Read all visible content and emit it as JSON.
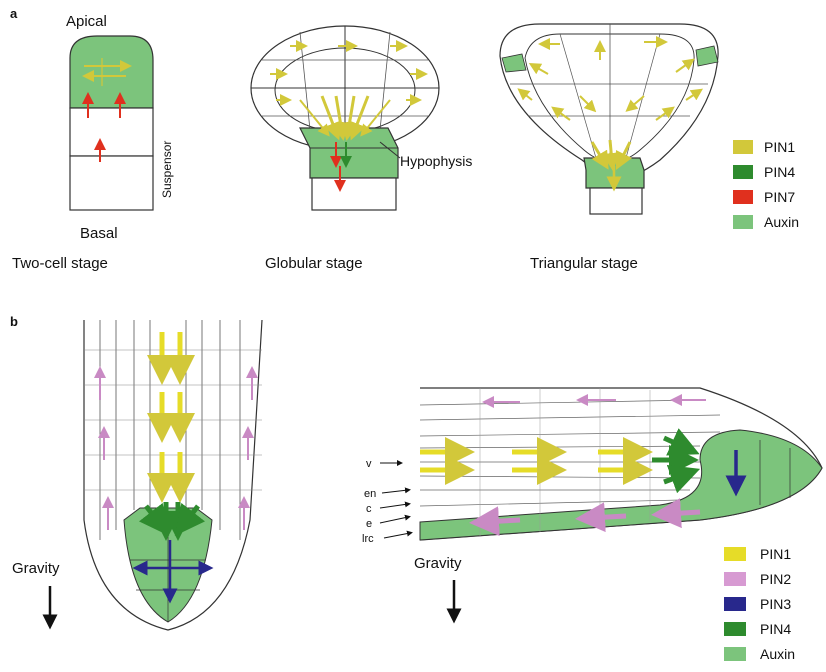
{
  "panel_a": {
    "label": "a",
    "apical": "Apical",
    "basal": "Basal",
    "suspensor": "Suspensor",
    "hypophysis": "Hypophysis",
    "stages": [
      "Two-cell stage",
      "Globular stage",
      "Triangular stage"
    ],
    "legend": [
      {
        "label": "PIN1",
        "color": "#d2c83a"
      },
      {
        "label": "PIN4",
        "color": "#2e8b2e"
      },
      {
        "label": "PIN7",
        "color": "#e0301e"
      },
      {
        "label": "Auxin",
        "color": "#7cc47c"
      }
    ]
  },
  "panel_b": {
    "label": "b",
    "gravity_left": "Gravity",
    "gravity_right": "Gravity",
    "tissue_labels": [
      "v",
      "en",
      "c",
      "e",
      "lrc"
    ],
    "legend": [
      {
        "label": "PIN1",
        "color": "#e6dc28"
      },
      {
        "label": "PIN2",
        "color": "#d79ad2"
      },
      {
        "label": "PIN3",
        "color": "#28288c"
      },
      {
        "label": "PIN4",
        "color": "#2e8b2e"
      },
      {
        "label": "Auxin",
        "color": "#7cc47c"
      }
    ]
  }
}
